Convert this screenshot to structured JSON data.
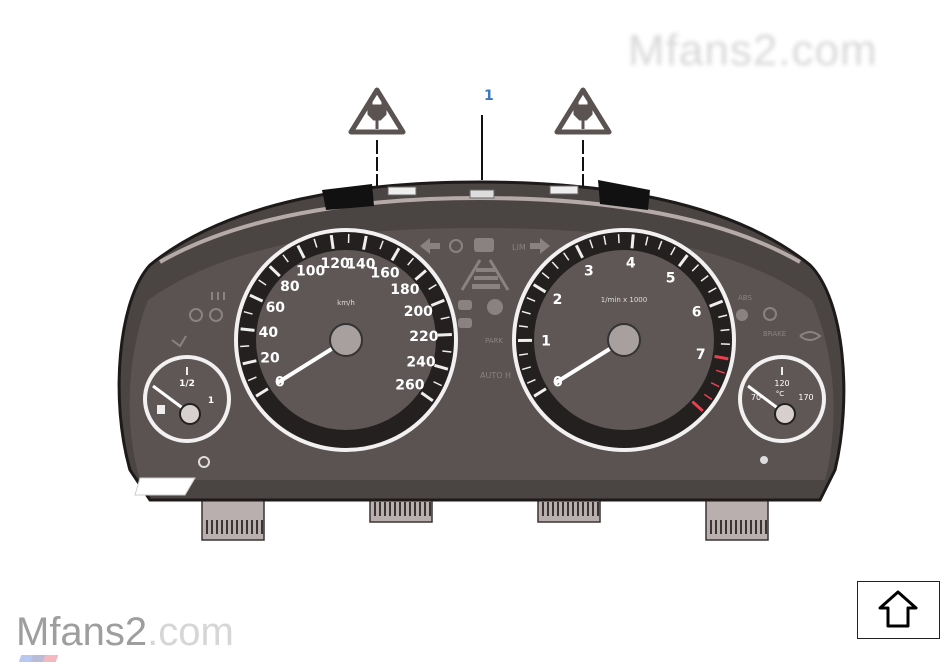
{
  "watermark": {
    "brand": "Mfans2",
    "suffix": ".com",
    "stripe_colors": [
      "#b8c8f0",
      "#b8bcd8",
      "#f4b8c0"
    ]
  },
  "callout": {
    "label": "1"
  },
  "symbols": {
    "left": "plug-warning-icon",
    "right": "plug-warning-icon"
  },
  "speedometer": {
    "unit": "km/h",
    "labels": [
      "0",
      "20",
      "40",
      "60",
      "80",
      "100",
      "120",
      "140",
      "160",
      "180",
      "200",
      "220",
      "240",
      "260"
    ],
    "min": 0,
    "max": 260,
    "needle_value": 0
  },
  "tachometer": {
    "unit": "1/min x 1000",
    "labels": [
      "0",
      "1",
      "2",
      "3",
      "4",
      "5",
      "6",
      "7"
    ],
    "min": 0,
    "max": 8,
    "redline_from": 7,
    "needle_value": 0
  },
  "fuel_gauge": {
    "mid_label": "1/2",
    "full_label": "1",
    "needle_value": 0
  },
  "temp_gauge": {
    "min_label": "70",
    "mid_label": "120",
    "unit": "°C",
    "max_label": "170",
    "needle_value": 70
  },
  "indicators": {
    "lim": "LIM",
    "park": "PARK",
    "auto_h": "AUTO H",
    "abs": "ABS",
    "brake": "BRAKE"
  },
  "nav": {
    "up_icon": "arrow-up-icon"
  },
  "colors": {
    "callout": "#3a78c0",
    "body": "#4a4443",
    "face": "#5a5352",
    "redline": "#e84050"
  }
}
